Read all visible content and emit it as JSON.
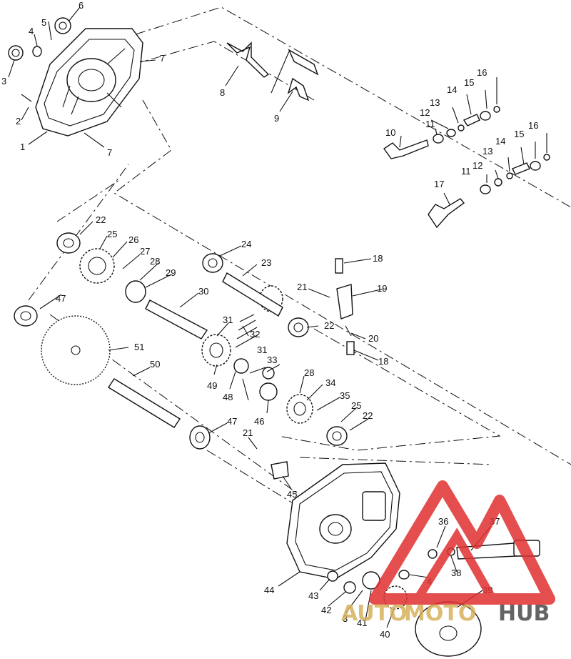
{
  "diagram": {
    "callouts": [
      "1",
      "2",
      "3",
      "4",
      "5",
      "6",
      "7",
      "7",
      "8",
      "9",
      "10",
      "11",
      "12",
      "13",
      "14",
      "15",
      "16",
      "11",
      "12",
      "13",
      "14",
      "15",
      "16",
      "17",
      "18",
      "18",
      "19",
      "20",
      "21",
      "21",
      "22",
      "22",
      "22",
      "23",
      "24",
      "25",
      "25",
      "26",
      "27",
      "28",
      "28",
      "29",
      "30",
      "31",
      "31",
      "32",
      "33",
      "34",
      "35",
      "36",
      "37",
      "38",
      "39",
      "40",
      "41",
      "42",
      "43",
      "44",
      "45",
      "46",
      "47",
      "47",
      "48",
      "49",
      "50",
      "51",
      "3",
      "4"
    ]
  },
  "watermark": {
    "part1": "AUTO",
    "part2": "MOTO",
    "part3": "HUB",
    "color_red": "#e03030",
    "color_gold": "#d7b15a",
    "color_dark": "#4a4a4a"
  }
}
